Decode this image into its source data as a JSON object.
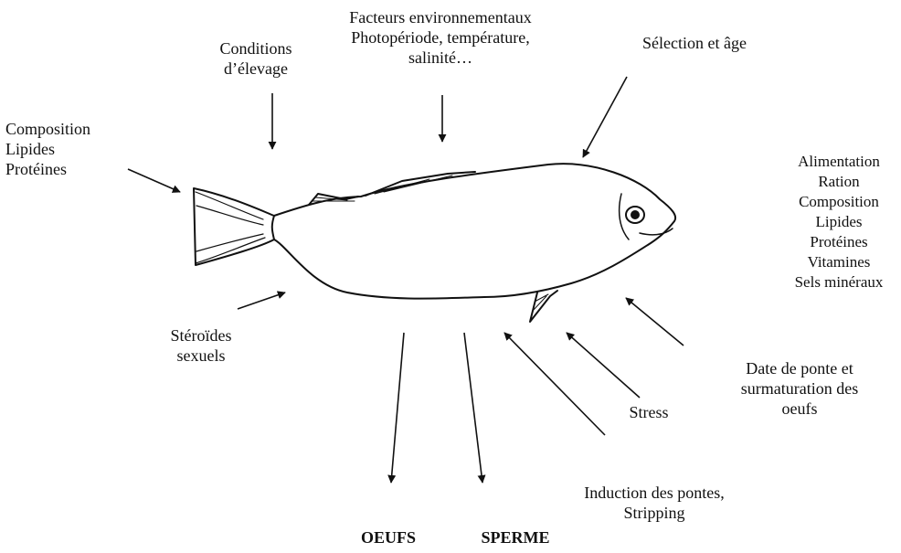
{
  "diagram": {
    "labels": {
      "facteurs_env": [
        "Facteurs environnementaux",
        "Photopériode, température,",
        "salinité…"
      ],
      "conditions": [
        "Conditions",
        "d’élevage"
      ],
      "selection": [
        "Sélection et  âge"
      ],
      "composition": [
        "Composition",
        "Lipides",
        "Protéines"
      ],
      "alimentation": [
        "Alimentation",
        "Ration",
        "Composition",
        "Lipides",
        "Protéines",
        "Vitamines",
        "Sels minéraux"
      ],
      "steroides": [
        "Stéroïdes",
        "sexuels"
      ],
      "date_ponte": [
        "Date de ponte et",
        "surmaturation des",
        "oeufs"
      ],
      "stress": [
        "Stress"
      ],
      "induction": [
        "Induction des pontes,",
        "Stripping"
      ]
    },
    "outputs": {
      "oeufs": "OEUFS",
      "sperme": "SPERME"
    }
  },
  "colors": {
    "ink": "#111111",
    "background": "#ffffff"
  }
}
